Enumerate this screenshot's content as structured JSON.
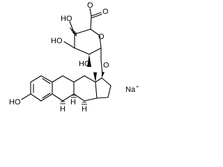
{
  "molecule": {
    "glucuronide": {
      "carboxylate_charge": "-",
      "carbonyl_o": "O",
      "ring_o": "O",
      "hydroxyls": [
        "HO",
        "HO",
        "HO"
      ],
      "glycosidic_o": "O"
    },
    "steroid": {
      "phenol_oh": "HO",
      "stereo_h": [
        "H",
        "H",
        "H"
      ]
    },
    "counterion": {
      "symbol": "Na",
      "charge": "+"
    }
  },
  "colors": {
    "ink": "#000000",
    "background": "#ffffff"
  }
}
